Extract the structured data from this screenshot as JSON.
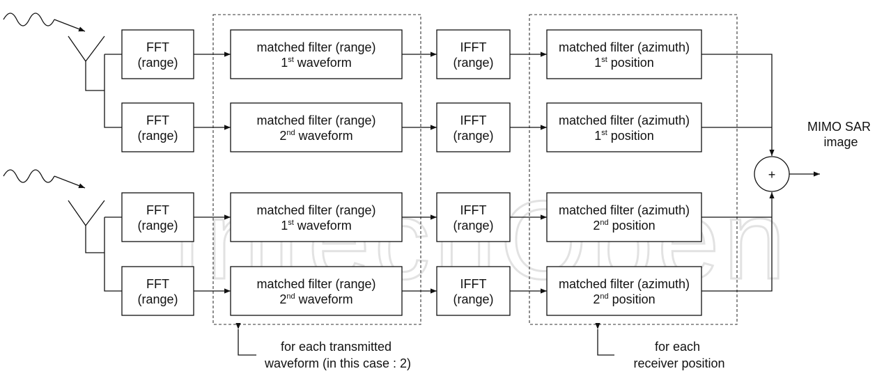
{
  "watermark": "IntechOpen",
  "fft_label": [
    "FFT",
    "(range)"
  ],
  "ifft_label": [
    "IFFT",
    "(range)"
  ],
  "range_filter": {
    "title": "matched filter (range)",
    "rows": [
      {
        "ord": "1",
        "sup": "st",
        "word": "waveform"
      },
      {
        "ord": "2",
        "sup": "nd",
        "word": "waveform"
      },
      {
        "ord": "1",
        "sup": "st",
        "word": "waveform"
      },
      {
        "ord": "2",
        "sup": "nd",
        "word": "waveform"
      }
    ]
  },
  "azimuth_filter": {
    "title": "matched filter (azimuth)",
    "rows": [
      {
        "ord": "1",
        "sup": "st",
        "word": "position"
      },
      {
        "ord": "1",
        "sup": "st",
        "word": "position"
      },
      {
        "ord": "2",
        "sup": "nd",
        "word": "position"
      },
      {
        "ord": "2",
        "sup": "nd",
        "word": "position"
      }
    ]
  },
  "summer_symbol": "+",
  "output_label": [
    "MIMO SAR",
    "image"
  ],
  "note_waveform": [
    "for each transmitted",
    "waveform (in this case : 2)"
  ],
  "note_receiver": [
    "for each",
    "receiver position"
  ]
}
